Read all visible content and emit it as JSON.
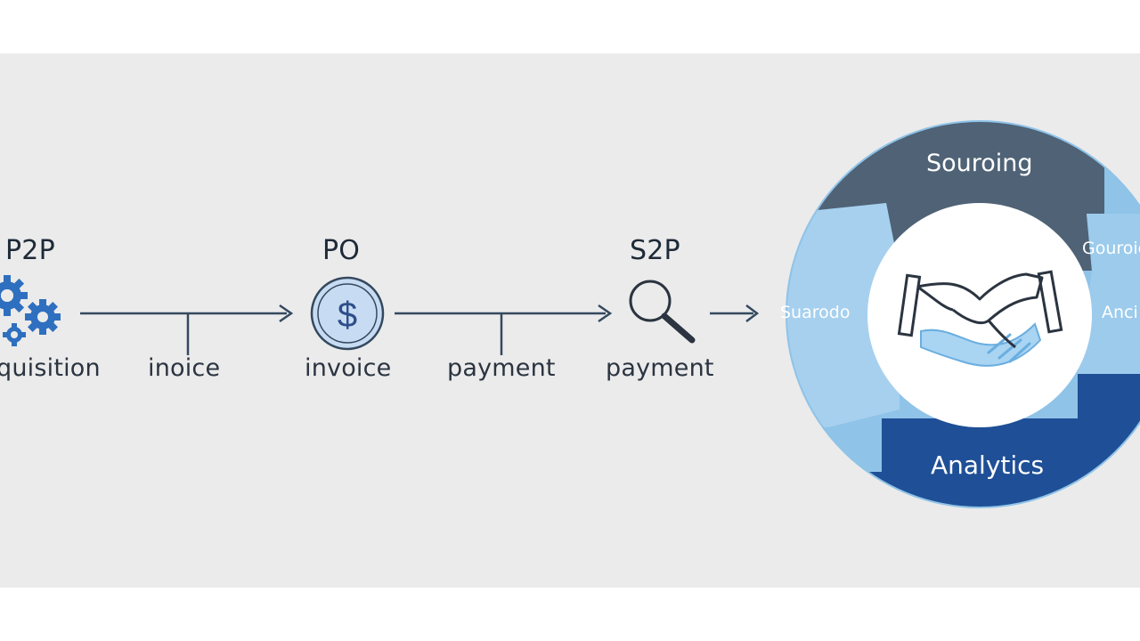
{
  "flow": {
    "stages": [
      {
        "title": "P2P",
        "subtitle": "quisition",
        "icon": "gears-icon"
      },
      {
        "title": "PO",
        "subtitle": "invoice",
        "icon": "dollar-coin-icon"
      },
      {
        "title": "S2P",
        "subtitle": "payment",
        "icon": "magnifier-icon"
      }
    ],
    "connectors": [
      {
        "label": "inoice"
      },
      {
        "label": "payment"
      }
    ],
    "final_arrow": "arrow-right-icon"
  },
  "cycle": {
    "top": "Souroing",
    "right": "Gouroie",
    "left": "Suarodo",
    "right_lower": "Anci",
    "bottom": "Analytics",
    "center_icon": "handshake-icon",
    "colors": {
      "dark_slate": "#4f6276",
      "light_blue": "#8fc3e8",
      "deep_blue": "#1f4f96",
      "center": "#ffffff"
    }
  },
  "colors": {
    "background": "#ebebeb",
    "line": "#34495e",
    "icon_blue": "#2f6fbf"
  }
}
